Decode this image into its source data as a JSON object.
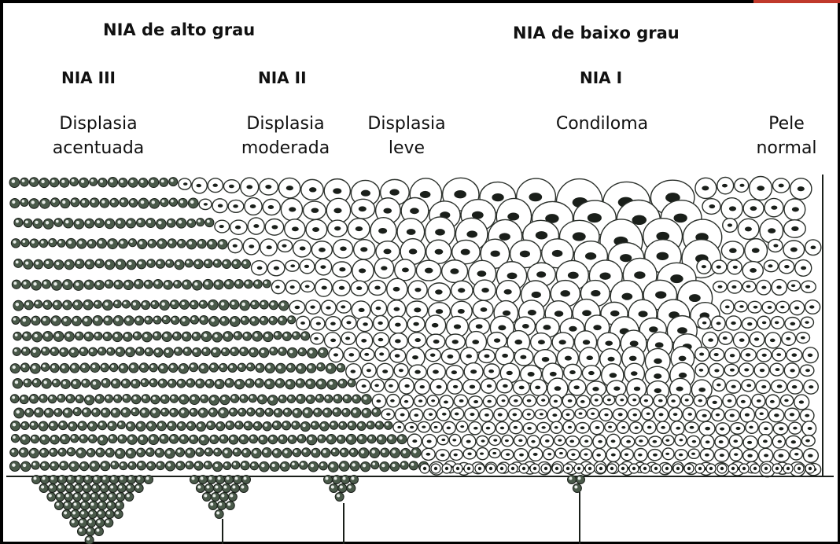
{
  "grades": {
    "high": "NIA de alto grau",
    "low": "NIA de baixo grau"
  },
  "stages": {
    "nia3": "NIA III",
    "nia2": "NIA II",
    "nia1": "NIA I"
  },
  "descriptions": {
    "d1_line1": "Displasia",
    "d1_line2": "acentuada",
    "d2_line1": "Displasia",
    "d2_line2": "moderada",
    "d3_line1": "Displasia",
    "d3_line2": "leve",
    "d4_line1": "Condiloma",
    "d5_line1": "Pele",
    "d5_line2": "normal"
  },
  "colors": {
    "ink": "#1a1f1a",
    "dark_cell": "#4a5a4a",
    "cell_outline": "#2a2f2a",
    "border": "#000000",
    "accent_line": "#c0392b"
  }
}
